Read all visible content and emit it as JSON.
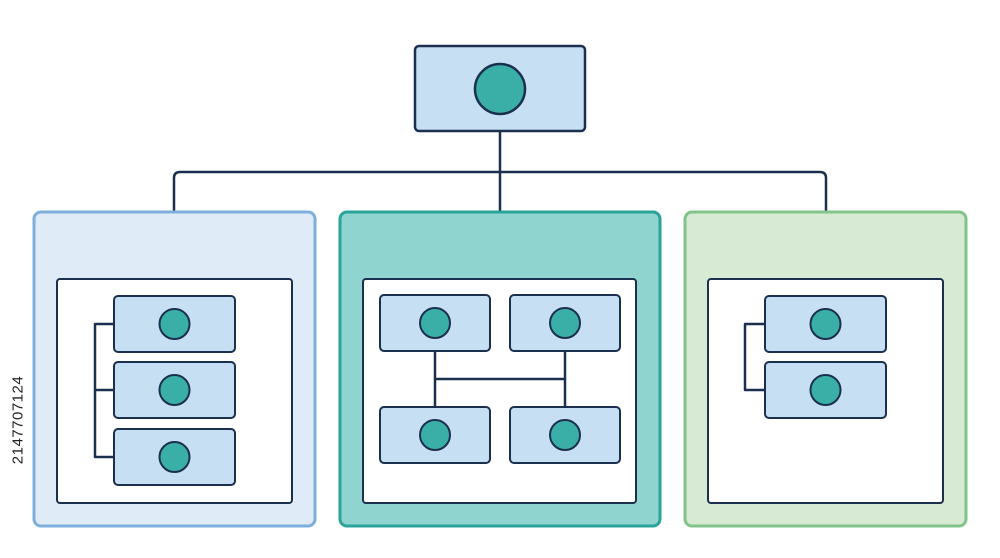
{
  "colors": {
    "stroke": "#1b2f4f",
    "node_fill": "#c6dff2",
    "dot_fill": "#3aafa7",
    "white": "#ffffff",
    "left_panel_fill": "#dfecf7",
    "left_panel_border": "#7eaedb",
    "middle_panel_fill": "#8fd4cf",
    "middle_panel_border": "#2aa39a",
    "right_panel_fill": "#d7ead3",
    "right_panel_border": "#82c38a"
  },
  "diagram": {
    "root": {
      "icon": "circle-icon"
    },
    "groups": [
      {
        "id": "left",
        "layout": "vertical-list",
        "node_count": 3
      },
      {
        "id": "middle",
        "layout": "grid-2x2",
        "node_count": 4
      },
      {
        "id": "right",
        "layout": "vertical-list",
        "node_count": 2
      }
    ]
  },
  "stock_id": "2147707124"
}
